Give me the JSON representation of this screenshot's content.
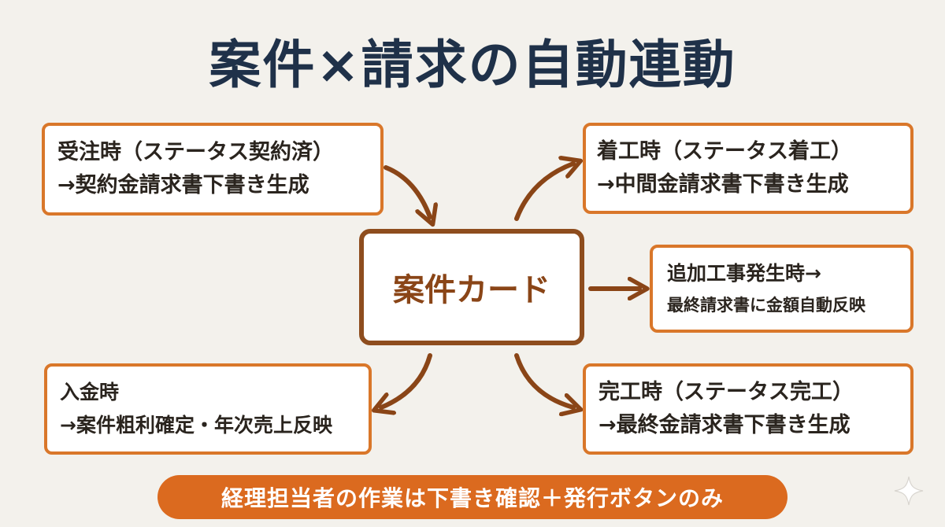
{
  "title": "案件×請求の自動連動",
  "center_card": "案件カード",
  "boxes": {
    "contract": {
      "line1": "受注時（ステータス契約済）",
      "line2": "→契約金請求書下書き生成"
    },
    "start": {
      "line1": "着工時（ステータス着工）",
      "line2": "→中間金請求書下書き生成"
    },
    "extra": {
      "line1": "追加工事発生時→",
      "line2": "最終請求書に金額自動反映"
    },
    "payment": {
      "line1": "入金時",
      "line2": "→案件粗利確定・年次売上反映"
    },
    "complete": {
      "line1": "完工時（ステータス完工）",
      "line2": "→最終金請求書下書き生成"
    }
  },
  "banner": "経理担当者の作業は下書き確認＋発行ボタンのみ",
  "colors": {
    "background": "#f3f1ec",
    "title": "#1f3149",
    "box_border": "#d9772a",
    "center_border": "#8e4d1e",
    "arrow": "#8a4517",
    "banner": "#db6a1f"
  },
  "icons": {
    "corner": "sparkle-icon"
  }
}
